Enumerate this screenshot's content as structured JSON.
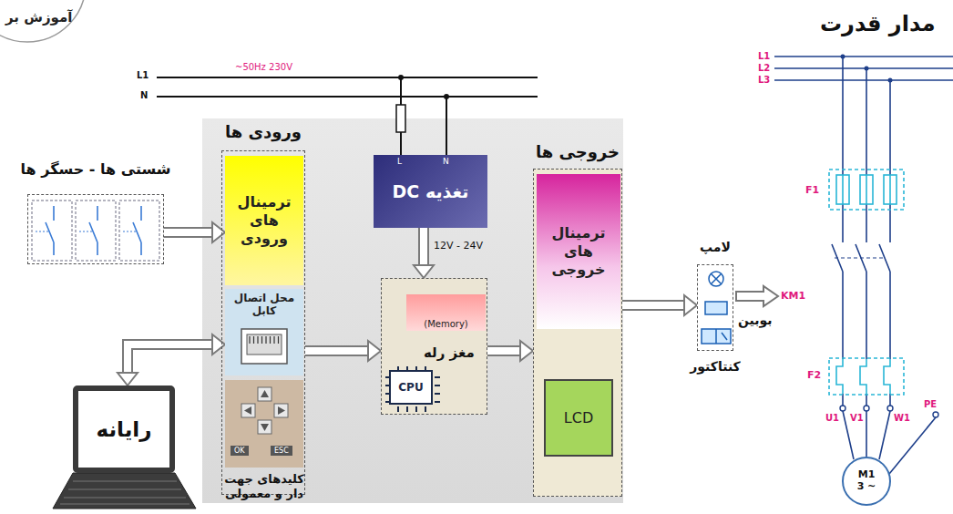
{
  "diagram": {
    "nodes": [
      {
        "text": [
          "ورودی ها"
        ]
      },
      {
        "text": [
          "ترمینال های ورودی"
        ],
        "in": 0
      },
      {
        "text": [
          "محل اتصال کابل"
        ],
        "in": 0
      },
      {
        "text": [
          "OK",
          "ESC"
        ],
        "in": 0
      },
      {
        "text": [
          "شستی ها - حسگر ها"
        ]
      },
      {
        "text": [
          "رایانه"
        ]
      },
      {
        "text": [
          "L",
          "N",
          "تغذیه DC"
        ]
      },
      {
        "text": [
          "مغز رله"
        ]
      },
      {
        "text": [
          "(Memory)"
        ],
        "in": 7
      },
      {
        "text": [
          "CPU"
        ],
        "in": 7
      },
      {
        "text": [
          "خروجی ها"
        ]
      },
      {
        "text": [
          "ترمینال های خروجی"
        ],
        "in": 10
      },
      {
        "text": [
          "LCD"
        ],
        "in": 10
      },
      {
        "text": [
          "لامپ",
          "کنتاکتور"
        ]
      },
      {
        "text": [
          "M1",
          "3 ~"
        ]
      }
    ],
    "edges": [
      {
        "from": 4,
        "to": 1,
        "arrow": "to"
      },
      {
        "from": 2,
        "to": 5,
        "arrow": "both"
      },
      {
        "from": 0,
        "to": 7,
        "arrow": "to"
      },
      {
        "from": 6,
        "to": 7,
        "arrow": "to",
        "label": "12V - 24V"
      },
      {
        "from": 7,
        "to": 10,
        "arrow": "to"
      },
      {
        "from": 10,
        "to": 13,
        "arrow": "to"
      },
      {
        "from": 8,
        "to": 9,
        "arrow": "to"
      },
      {
        "from": 9,
        "to": 8,
        "arrow": "to"
      }
    ],
    "labels": [
      "آموزش بر",
      "مدار قدرت",
      "L1",
      "N",
      "~50Hz 230V",
      "L1",
      "L2",
      "L3",
      "F1",
      "KM1",
      "بوبین",
      "F2",
      "U1",
      "V1",
      "W1",
      "PE",
      "کلیدهای جهت دار و معمولی"
    ]
  }
}
